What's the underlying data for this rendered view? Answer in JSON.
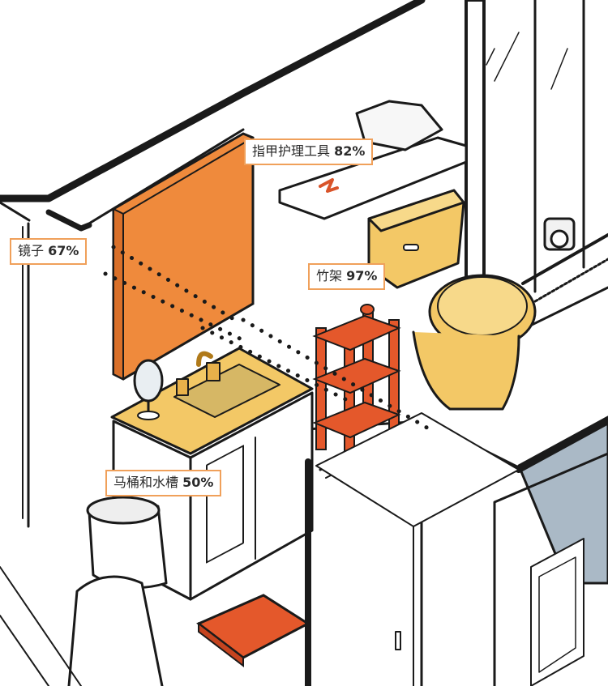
{
  "labels": {
    "nail_tools": {
      "name": "指甲护理工具",
      "percent": "82%"
    },
    "mirror": {
      "name": "镜子",
      "percent": "67%"
    },
    "shelf": {
      "name": "竹架",
      "percent": "97%"
    },
    "toilet_sink": {
      "name": "马桶和水槽",
      "percent": "50%"
    }
  },
  "colors": {
    "highlight_orange": "#ef8a3c",
    "shelf_red": "#e4582b",
    "fixture_yellow": "#f3c866",
    "label_border": "#f0a05a",
    "tub_blue": "#aab9c6",
    "line_dark": "#1a1a1a"
  }
}
